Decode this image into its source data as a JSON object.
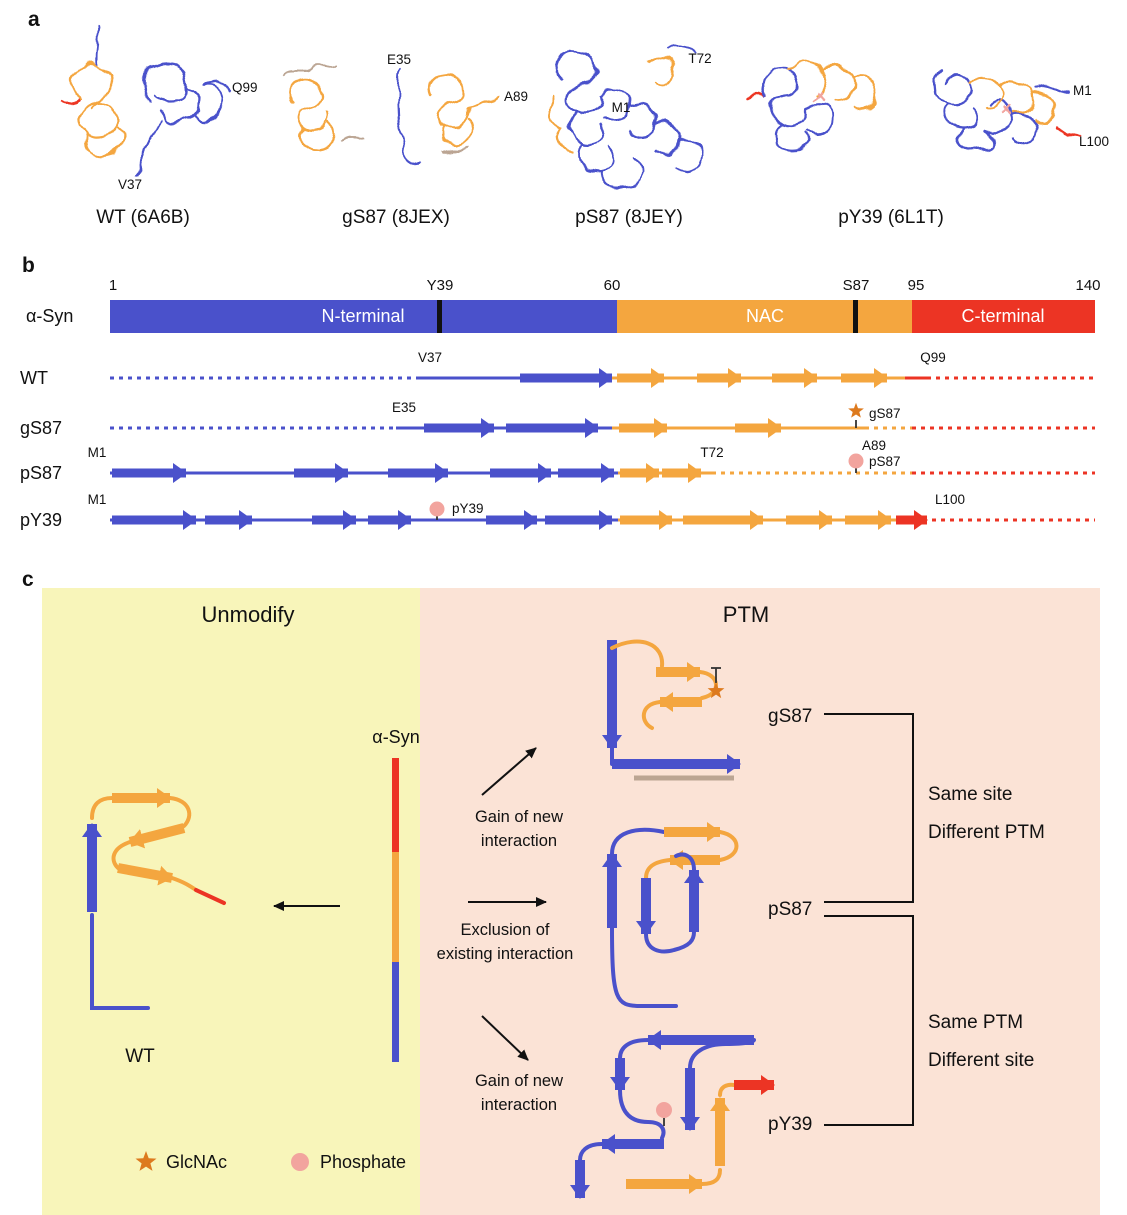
{
  "figure": {
    "panel_a_label": "a",
    "panel_b_label": "b",
    "panel_c_label": "c"
  },
  "panel_a": {
    "captions": [
      "WT (6A6B)",
      "gS87 (8JEX)",
      "pS87 (8JEY)",
      "pY39 (6L1T)"
    ],
    "annotations": {
      "q99": "Q99",
      "v37": "V37",
      "e35": "E35",
      "a89": "A89",
      "m1_ps87": "M1",
      "t72": "T72",
      "m1_py39": "M1",
      "l100": "L100"
    }
  },
  "panel_b": {
    "protein_label": "α-Syn",
    "scale_labels": {
      "start": "1",
      "y39": "Y39",
      "mid": "60",
      "s87": "S87",
      "p95": "95",
      "end": "140"
    },
    "domains": {
      "n_terminal": "N-terminal",
      "nac": "NAC",
      "c_terminal": "C-terminal"
    },
    "rows": [
      {
        "name": "WT"
      },
      {
        "name": "gS87"
      },
      {
        "name": "pS87"
      },
      {
        "name": "pY39"
      }
    ],
    "annotations": {
      "wt_v37": "V37",
      "wt_q99": "Q99",
      "gs87_e35": "E35",
      "gs87_mod": "gS87",
      "gs87_a89": "A89",
      "ps87_m1": "M1",
      "ps87_t72": "T72",
      "ps87_mod": "pS87",
      "py39_m1": "M1",
      "py39_mod": "pY39",
      "py39_l100": "L100"
    }
  },
  "panel_c": {
    "left_title": "Unmodify",
    "right_title": "PTM",
    "alpha_syn_label": "α-Syn",
    "wt_label": "WT",
    "arrows": {
      "top": {
        "line1": "Gain of new",
        "line2": "interaction"
      },
      "middle": {
        "line1": "Exclusion of",
        "line2": "existing interaction"
      },
      "bottom": {
        "line1": "Gain of new",
        "line2": "interaction"
      }
    },
    "structures": {
      "gs87": "gS87",
      "ps87": "pS87",
      "py39": "pY39"
    },
    "comparisons": {
      "right_top": {
        "line1": "Same site",
        "line2": "Different PTM"
      },
      "right_bottom": {
        "line1": "Same PTM",
        "line2": "Different site"
      }
    },
    "legend": {
      "glcnac": "GlcNAc",
      "phosphate": "Phosphate"
    }
  },
  "colors": {
    "blue": "#4A51CB",
    "orange": "#F4A63F",
    "red": "#EC3424",
    "pink": "#F2A49E",
    "star": "#DD7A1E",
    "grey": "#BBA593",
    "yellowbg": "#F8F5BA",
    "ptmbg": "#FBE3D6"
  }
}
